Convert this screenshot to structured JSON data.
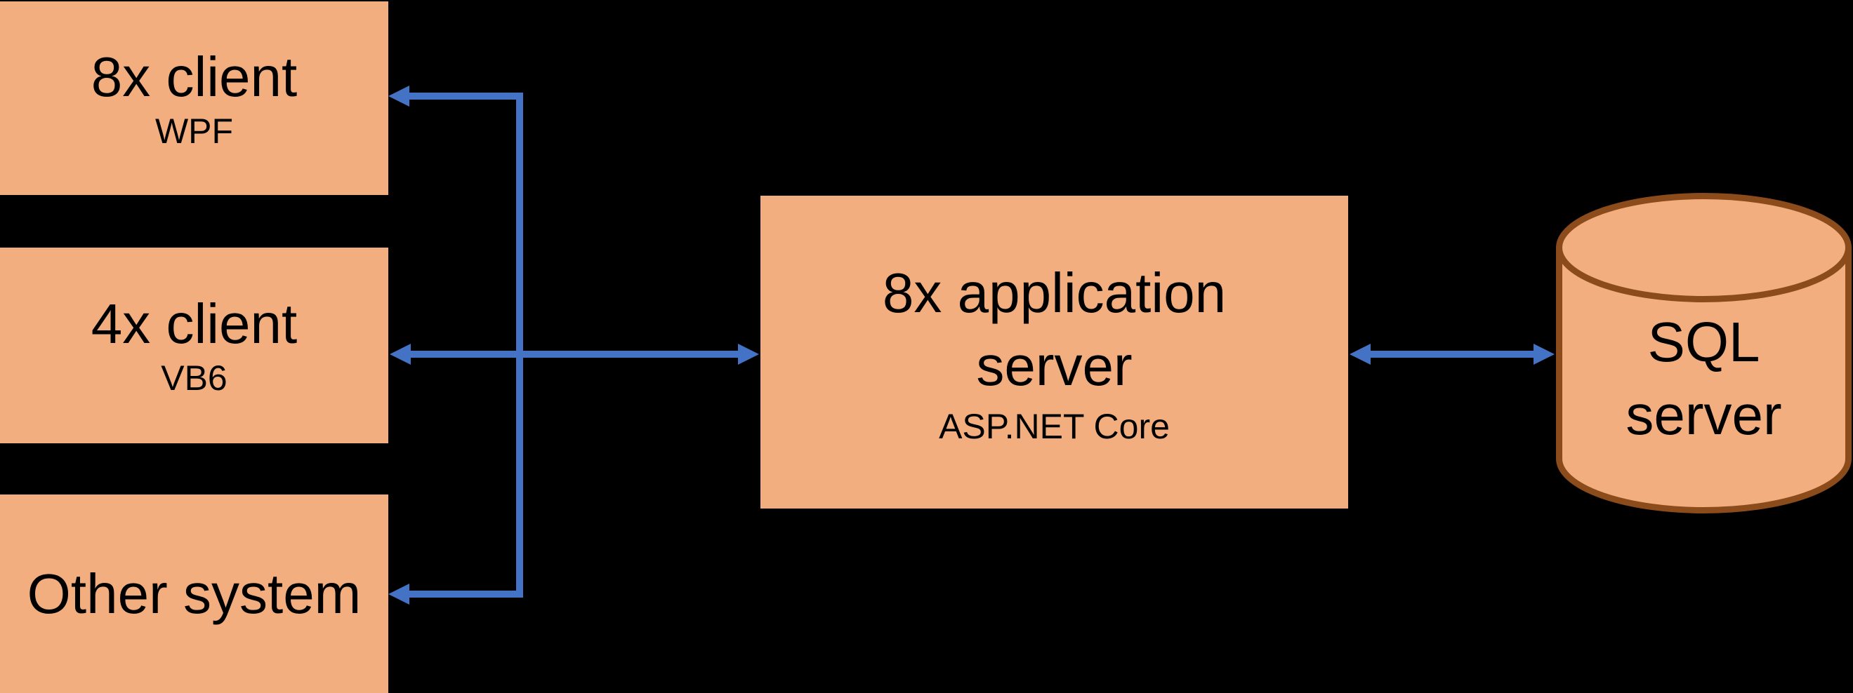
{
  "colors": {
    "background": "#000000",
    "node_fill": "#F2AE7E",
    "arrow": "#4472C4",
    "cylinder_stroke": "#8C4B1A",
    "text": "#000000"
  },
  "nodes": {
    "client_8x": {
      "title": "8x client",
      "subtitle": "WPF"
    },
    "client_4x": {
      "title": "4x client",
      "subtitle": "VB6"
    },
    "other_system": {
      "title": "Other system"
    },
    "app_server": {
      "lines": [
        "8x application",
        "server"
      ],
      "subtitle": "ASP.NET Core"
    },
    "sql_server": {
      "lines": [
        "SQL",
        "server"
      ]
    }
  },
  "connectors": [
    {
      "from": "app_server",
      "to": "client_8x",
      "heads": "end"
    },
    {
      "from": "app_server",
      "to": "client_4x",
      "heads": "both"
    },
    {
      "from": "app_server",
      "to": "other_system",
      "heads": "end"
    },
    {
      "from": "app_server",
      "to": "sql_server",
      "heads": "both"
    }
  ]
}
